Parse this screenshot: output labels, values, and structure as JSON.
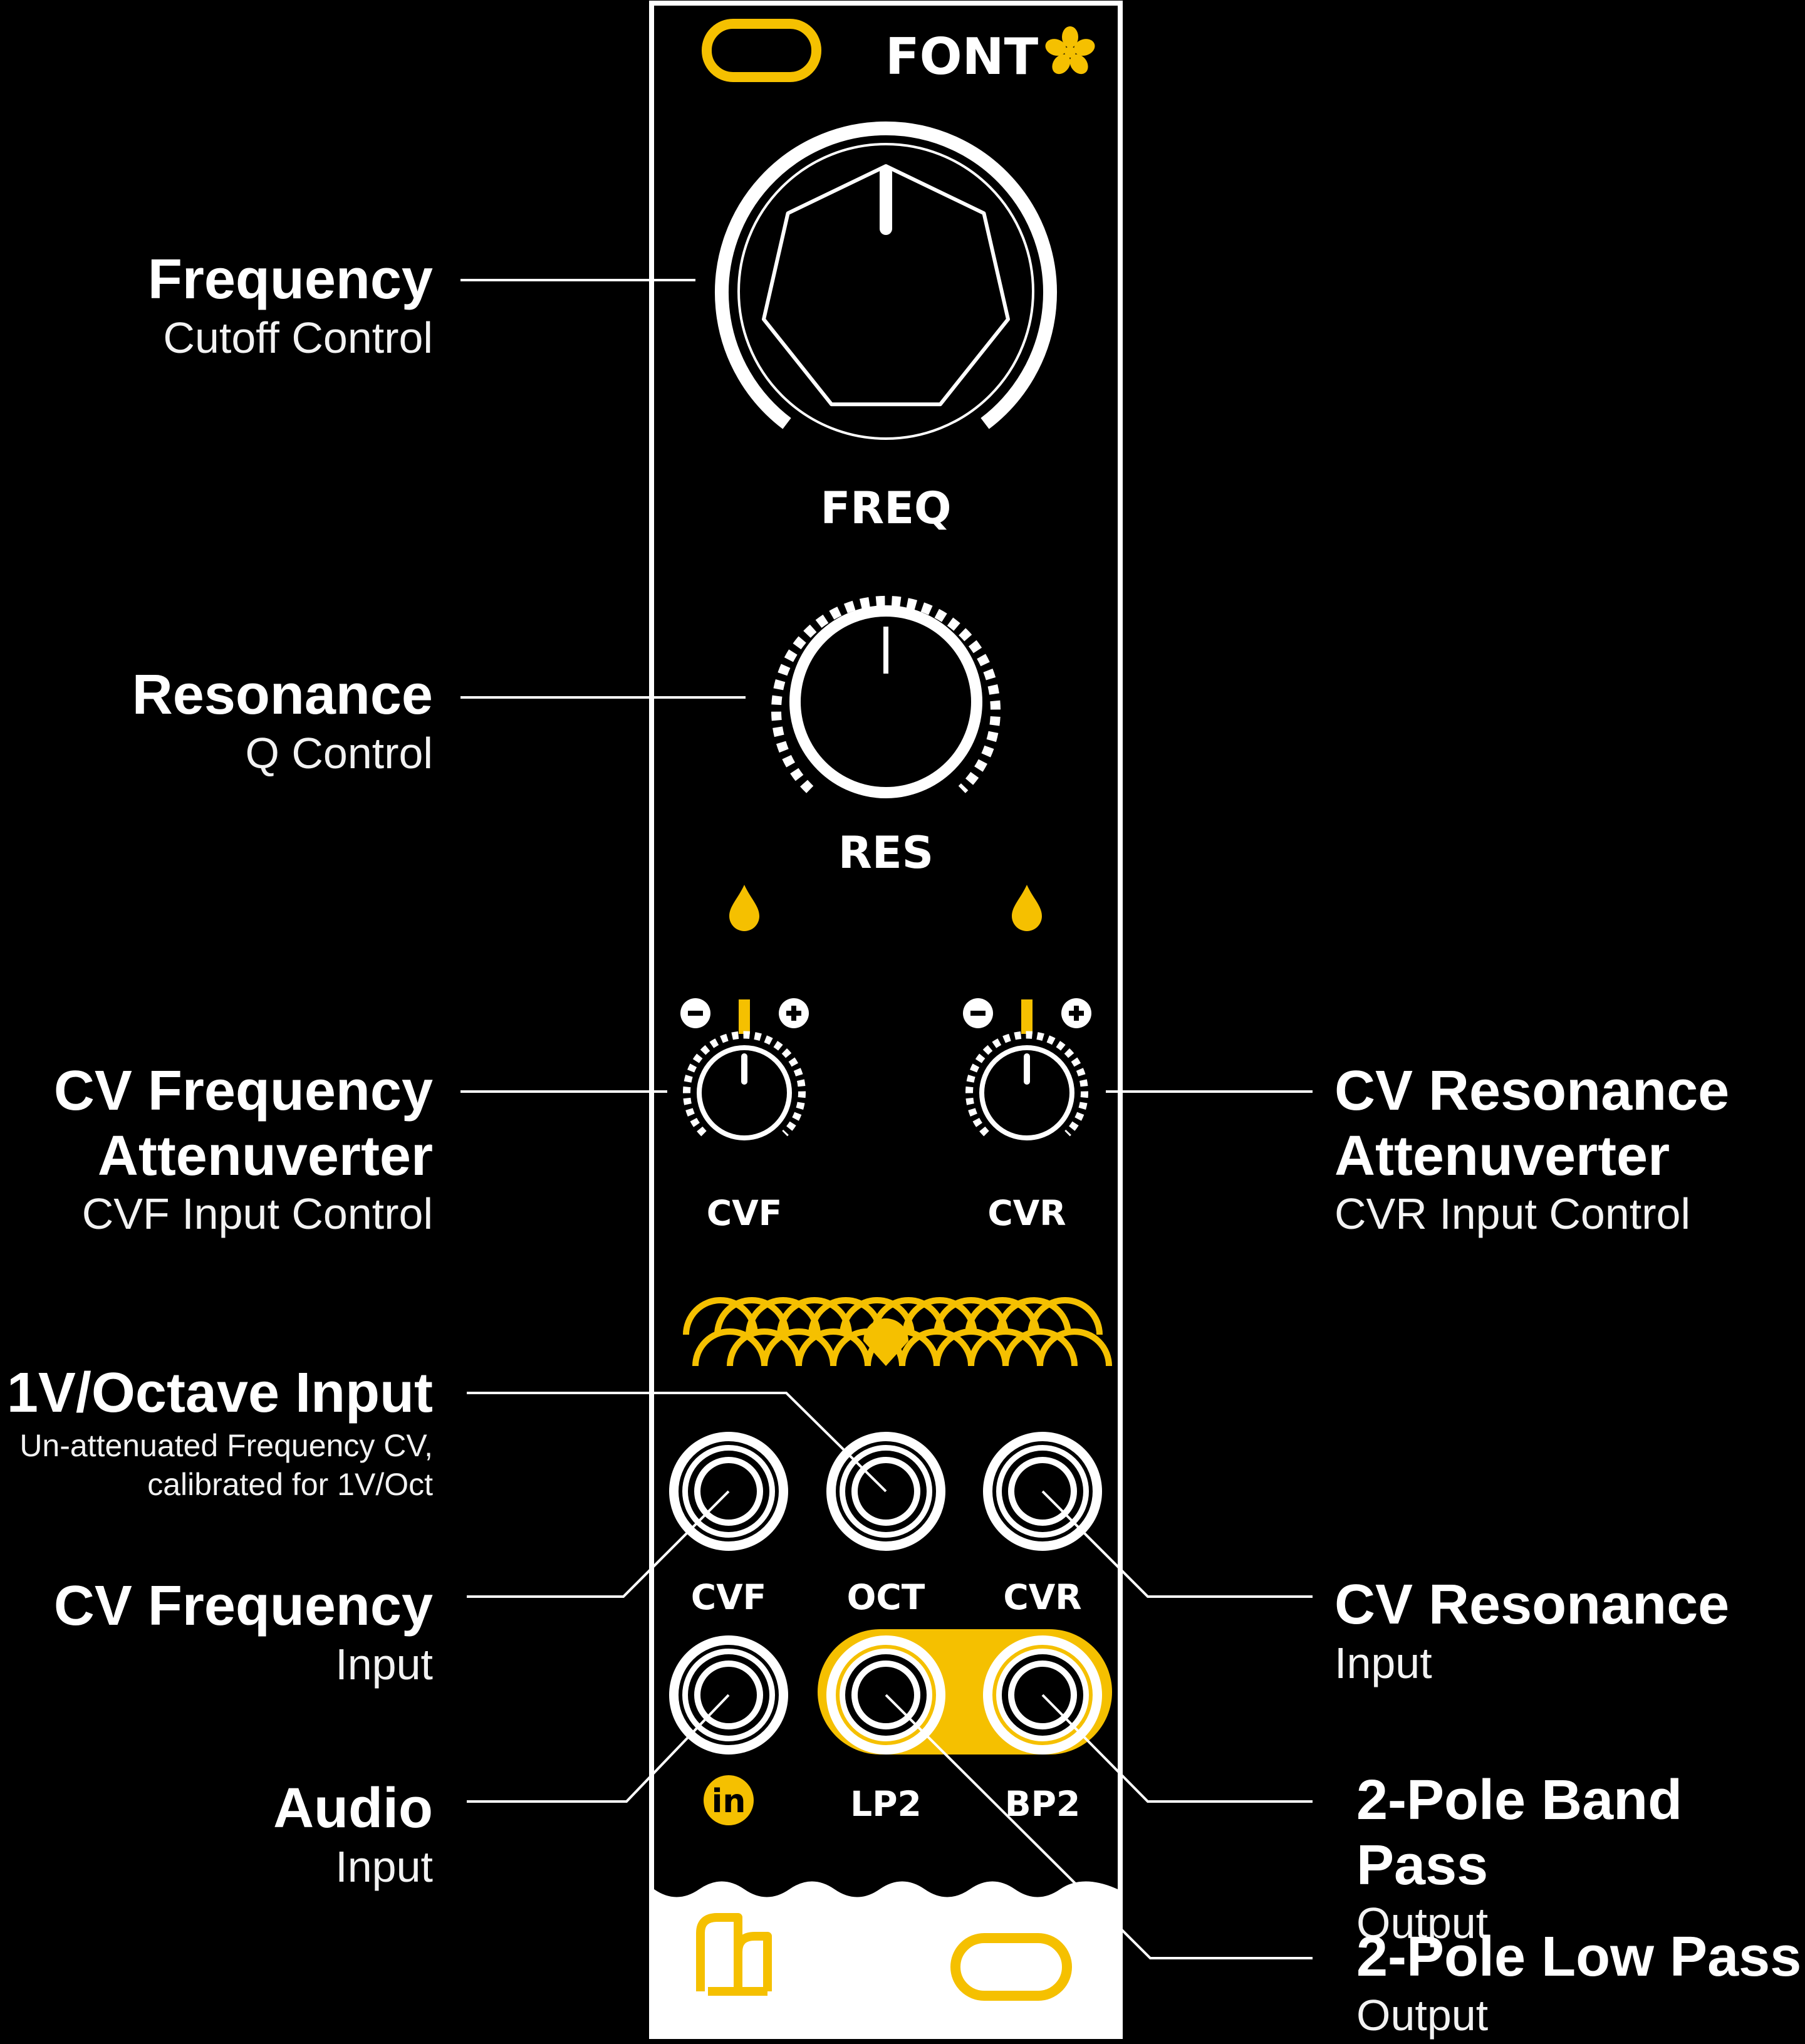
{
  "panel": {
    "brand": "FONT",
    "knob_labels": {
      "freq": "FREQ",
      "res": "RES",
      "cvf": "CVF",
      "cvr": "CVR"
    },
    "jack_labels": {
      "cvf": "CVF",
      "oct": "OCT",
      "cvr": "CVR",
      "in": "in",
      "lp2": "LP2",
      "bp2": "BP2"
    }
  },
  "annotations": {
    "frequency": {
      "title": "Frequency",
      "sub": "Cutoff Control"
    },
    "resonance": {
      "title": "Resonance",
      "sub": "Q Control"
    },
    "cv_freq_att": {
      "title_1": "CV Frequency",
      "title_2": "Attenuverter",
      "sub": "CVF Input Control"
    },
    "cv_res_att": {
      "title_1": "CV Resonance",
      "title_2": "Attenuverter",
      "sub": "CVR Input Control"
    },
    "v_oct": {
      "title": "1V/Octave Input",
      "sub_1": "Un-attenuated Frequency CV,",
      "sub_2": "calibrated for 1V/Oct"
    },
    "cv_freq_in": {
      "title": "CV Frequency",
      "sub": "Input"
    },
    "cv_res_in": {
      "title": "CV Resonance",
      "sub": "Input"
    },
    "audio_in": {
      "title": "Audio",
      "sub": "Input"
    },
    "bp2_out": {
      "title": "2-Pole Band Pass",
      "sub": "Output"
    },
    "lp2_out": {
      "title": "2-Pole Low Pass",
      "sub": "Output"
    }
  },
  "colors": {
    "background": "#000000",
    "panel": "#000000",
    "accent": "#F5C000",
    "line": "#FFFFFF"
  }
}
